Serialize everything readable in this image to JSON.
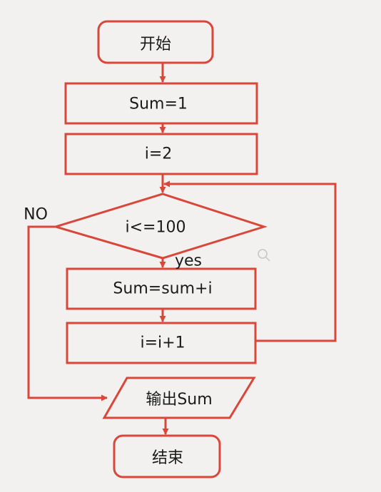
{
  "flowchart": {
    "nodes": {
      "start": "开始",
      "init_sum": "Sum=1",
      "init_i": "i=2",
      "condition": "i<=100",
      "accumulate": "Sum=sum+i",
      "increment": "i=i+1",
      "output": "输出Sum",
      "end": "结束"
    },
    "branch_labels": {
      "yes": "yes",
      "no": "NO"
    }
  },
  "colors": {
    "stroke": "#d9473a",
    "text": "#1a1a1a",
    "background": "#f2f1ef"
  }
}
